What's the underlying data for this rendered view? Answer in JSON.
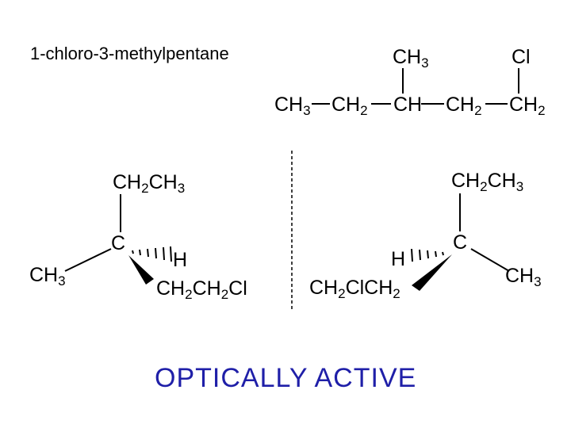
{
  "compound_name": "1-chloro-3-methylpentane",
  "caption": "OPTICALLY ACTIVE",
  "caption_color": "#1f1fa8",
  "structural_formula": {
    "top_ch3": {
      "main": "CH",
      "sub": "3"
    },
    "top_cl": "Cl",
    "chain": [
      {
        "main": "CH",
        "sub": "3"
      },
      {
        "main": "CH",
        "sub": "2"
      },
      {
        "main": "CH",
        "sub": ""
      },
      {
        "main": "CH",
        "sub": "2"
      },
      {
        "main": "CH",
        "sub": "2"
      }
    ]
  },
  "left_enantiomer": {
    "top": [
      {
        "main": "CH",
        "sub": "2"
      },
      {
        "main": "CH",
        "sub": "3"
      }
    ],
    "center": "C",
    "h": "H",
    "left": {
      "main": "CH",
      "sub": "3"
    },
    "bottom": [
      {
        "main": "CH",
        "sub": "2"
      },
      {
        "main": "CH",
        "sub": "2"
      },
      {
        "main": "Cl",
        "sub": ""
      }
    ]
  },
  "right_enantiomer": {
    "top": [
      {
        "main": "CH",
        "sub": "2"
      },
      {
        "main": "CH",
        "sub": "3"
      }
    ],
    "center": "C",
    "h": "H",
    "right": {
      "main": "CH",
      "sub": "3"
    },
    "bottom": [
      {
        "main": "CH",
        "sub": "2"
      },
      {
        "main": "ClCH",
        "sub": "2"
      }
    ]
  }
}
